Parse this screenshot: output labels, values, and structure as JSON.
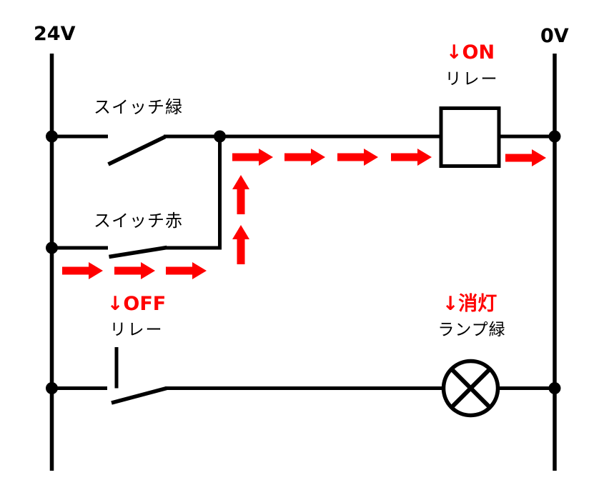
{
  "diagram": {
    "type": "relay-ladder-circuit",
    "line_color": "#000000",
    "flow_color": "#ff0000",
    "rails": {
      "left_label": "24V",
      "right_label": "0V"
    },
    "components": {
      "switch_green": {
        "label": "スイッチ緑",
        "state": "open"
      },
      "switch_red": {
        "label": "スイッチ赤",
        "state": "pressed-closed"
      },
      "relay_coil": {
        "status": "↓ON",
        "label": "リレー",
        "state": "energized"
      },
      "relay_contact": {
        "status": "↓OFF",
        "label": "リレー",
        "state": "open"
      },
      "lamp_green": {
        "status": "↓消灯",
        "label": "ランプ緑",
        "state": "off"
      }
    }
  }
}
